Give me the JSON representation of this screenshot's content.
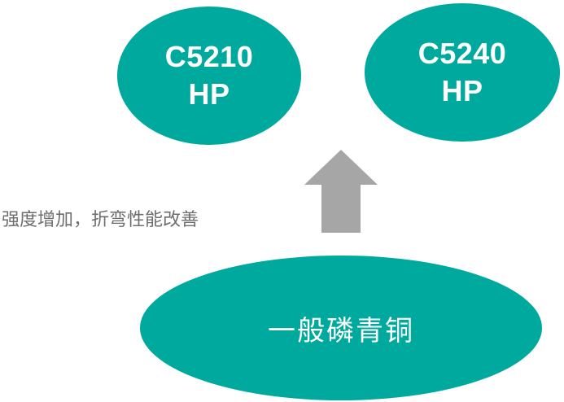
{
  "diagram": {
    "upper_left": {
      "line1": "C5210",
      "line2": "HP"
    },
    "upper_right": {
      "line1": "C5240",
      "line2": "HP"
    },
    "base": {
      "label": "一般磷青铜"
    },
    "annotation": "强度增加，折弯性能改善",
    "colors": {
      "ellipse_fill": "#00a99d",
      "ellipse_text": "#ffffff",
      "arrow_fill": "#a6a6a6",
      "annotation_text": "#6e6e6e"
    },
    "arrow_icon": "up-arrow-icon"
  }
}
